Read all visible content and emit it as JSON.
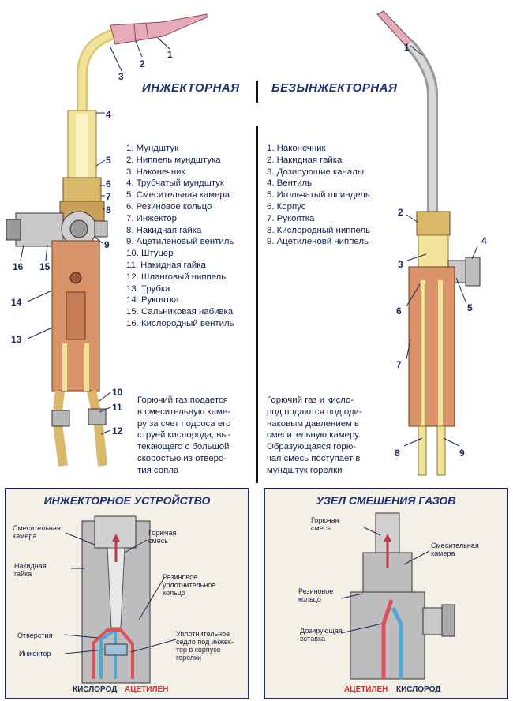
{
  "injector": {
    "title": "ИНЖЕКТОРНАЯ",
    "items": [
      "1. Мундштук",
      "2. Ниппель мундштука",
      "3. Наконечник",
      "4. Трубчатый мундштук",
      "5. Смесительная камера",
      "6. Резиновое кольцо",
      "7. Инжектор",
      "8. Накидная гайка",
      "9. Ацетиленовый вентиль",
      "10. Штуцер",
      "11. Накидная гайка",
      "12. Шланговый ниппель",
      "13. Трубка",
      "14. Рукоятка",
      "15. Сальниковая набивка",
      "16. Кислородный вентиль"
    ],
    "description": [
      "Горючий газ подается",
      "в смесительную каме-",
      "ру за счет подсоса его",
      "струей кислорода, вы-",
      "текающего с большой",
      "скоростью из отверс-",
      "тия сопла"
    ],
    "callouts": [
      "1",
      "2",
      "3",
      "4",
      "5",
      "6",
      "7",
      "8",
      "9",
      "10",
      "11",
      "12",
      "13",
      "14",
      "15",
      "16"
    ]
  },
  "noninjector": {
    "title": "БЕЗЫНЖЕКТОРНАЯ",
    "items": [
      "1. Наконечник",
      "2. Накидная гайка",
      "3. Дозирующие каналы",
      "4. Вентиль",
      "5. Игольчатый шпиндель",
      "6. Корпус",
      "7. Рукоятка",
      "8. Кислородный ниппель",
      "9. Ацетиленовй ниппель"
    ],
    "description": [
      "Горючий газ и кисло-",
      "род подаются под оди-",
      "наковым давлением в",
      "смесительную камеру.",
      "Образующаяся горю-",
      "чая смесь поступает в",
      "мундштук горелки"
    ],
    "callouts": [
      "1",
      "2",
      "3",
      "4",
      "5",
      "6",
      "7",
      "8",
      "9"
    ]
  },
  "panel_injector": {
    "title": "ИНЖЕКТОРНОЕ УСТРОЙСТВО",
    "labels": {
      "mix_chamber": "Смесительная камера",
      "fuel_mix": "Горючая смесь",
      "nut": "Накидная гайка",
      "rubber_ring": "Резиновое уплотнительное кольцо",
      "holes": "Отверстия",
      "injector": "Инжектор",
      "seal_seat": "Уплотнительное седло под инжек-тор в корпусе горелки"
    },
    "gas_oxygen": "КИСЛОРОД",
    "gas_acetylene": "АЦЕТИЛЕН"
  },
  "panel_mixing": {
    "title": "УЗЕЛ СМЕШЕНИЯ ГАЗОВ",
    "labels": {
      "fuel_mix": "Горючая смесь",
      "mix_chamber": "Смесительная камера",
      "rubber_ring": "Резиновое кольцо",
      "dosing_insert": "Дозирующая вставка"
    },
    "gas_acetylene": "АЦЕТИЛЕН",
    "gas_oxygen": "КИСЛОРОД"
  },
  "colors": {
    "brass": "#f2e39a",
    "copper": "#d9946a",
    "tip": "#e8a9b8",
    "steel": "#b9b9b9",
    "oxygen": "#4aa9d9",
    "acetylene": "#e0505a",
    "panel_bg": "#f4f0e6",
    "text": "#1a2a5a"
  }
}
